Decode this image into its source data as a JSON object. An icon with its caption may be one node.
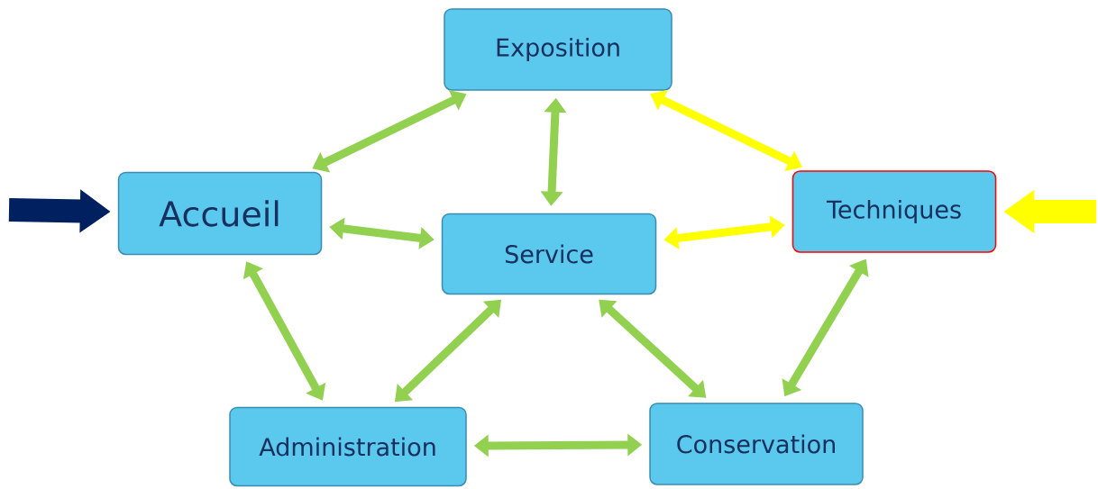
{
  "diagram": {
    "nodes": [
      {
        "text": [
          "Exposition"
        ]
      },
      {
        "text": [
          "Accueil"
        ]
      },
      {
        "text": [
          "Service"
        ]
      },
      {
        "text": [
          "Techniques"
        ]
      },
      {
        "text": [
          "Administration"
        ]
      },
      {
        "text": [
          "Conservation"
        ]
      }
    ],
    "edges": [
      {
        "from": 1,
        "to": 0,
        "arrow": "both"
      },
      {
        "from": 0,
        "to": 2,
        "arrow": "both"
      },
      {
        "from": 0,
        "to": 3,
        "arrow": "both",
        "color": "#ffff00"
      },
      {
        "from": 1,
        "to": 2,
        "arrow": "both"
      },
      {
        "from": 2,
        "to": 3,
        "arrow": "both",
        "color": "#ffff00"
      },
      {
        "from": 1,
        "to": 4,
        "arrow": "both"
      },
      {
        "from": 2,
        "to": 4,
        "arrow": "both"
      },
      {
        "from": 2,
        "to": 5,
        "arrow": "both"
      },
      {
        "from": 3,
        "to": 5,
        "arrow": "both"
      },
      {
        "from": 4,
        "to": 5,
        "arrow": "both"
      },
      {
        "from": null,
        "to": 1,
        "arrow": "to",
        "style": "thick",
        "color": "#002060"
      },
      {
        "from": null,
        "to": 3,
        "arrow": "to",
        "style": "thick",
        "color": "#ffff00"
      }
    ]
  }
}
